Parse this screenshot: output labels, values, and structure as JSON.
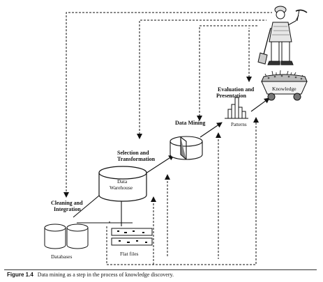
{
  "stages": {
    "cleaning_line1": "Cleaning and",
    "cleaning_line2": "Integration",
    "selection_line1": "Selection and",
    "selection_line2": "Transformation",
    "mining": "Data Mining",
    "evaluation_line1": "Evaluation and",
    "evaluation_line2": "Presentation"
  },
  "nodes": {
    "databases": "Databases",
    "flat_files": "Flat files",
    "warehouse_line1": "Data",
    "warehouse_line2": "Warehouse",
    "patterns": "Patterns",
    "knowledge": "Knowledge"
  },
  "caption": {
    "number": "Figure 1.4",
    "text": "Data mining as a step in the process of knowledge discovery."
  },
  "icons": [
    "database-cylinder-icon",
    "flat-file-icon",
    "data-warehouse-icon",
    "data-mining-disc-icon",
    "patterns-bar-icon",
    "knowledge-cart-icon",
    "miner-figure-icon"
  ]
}
